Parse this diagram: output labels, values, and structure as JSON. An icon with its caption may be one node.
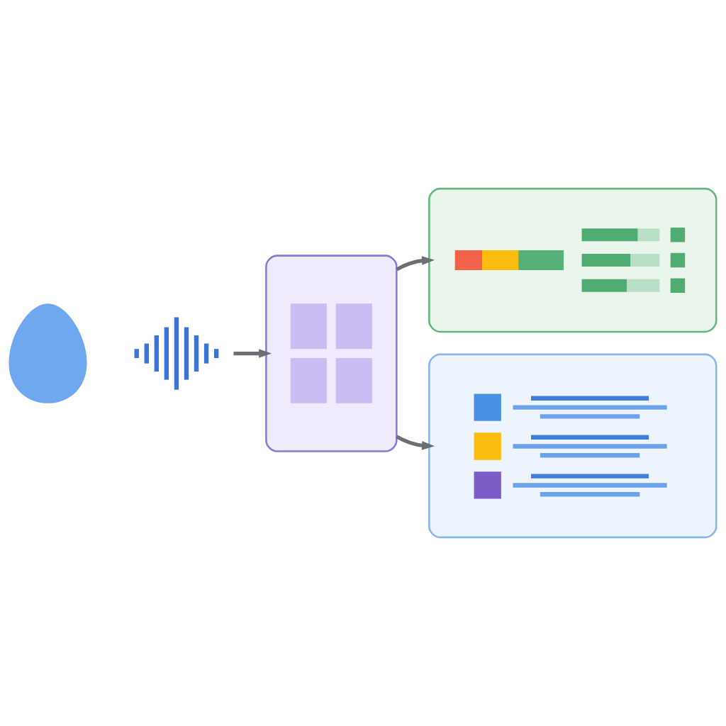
{
  "diagram": {
    "nodes": [
      {
        "text": [],
        "shape": "person"
      },
      {
        "text": [],
        "shape": "picture"
      },
      {
        "text": [],
        "shape": "box"
      },
      {
        "text": [],
        "shape": "box"
      },
      {
        "text": [],
        "shape": "box"
      }
    ],
    "edges": [
      {
        "from": 1,
        "to": 2,
        "arrow": "to"
      },
      {
        "from": 2,
        "to": 3,
        "arrow": "to"
      },
      {
        "from": 2,
        "to": 4,
        "arrow": "to"
      }
    ]
  }
}
